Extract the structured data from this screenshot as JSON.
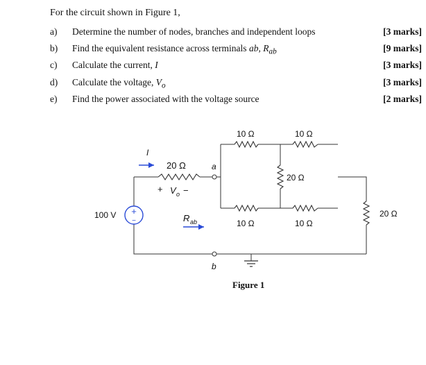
{
  "intro": "For the circuit shown in Figure 1,",
  "questions": [
    {
      "label": "a)",
      "text": "Determine the number of nodes, branches and independent loops",
      "marks": "[3 marks]"
    },
    {
      "label": "b)",
      "text_pre": "Find the equivalent resistance across terminals ",
      "text_var": "ab, R",
      "text_sub": "ab",
      "marks": "[9 marks]"
    },
    {
      "label": "c)",
      "text_pre": "Calculate the current, ",
      "text_var": "I",
      "marks": "[3 marks]"
    },
    {
      "label": "d)",
      "text_pre": "Calculate the voltage, ",
      "text_var": "V",
      "text_sub": "o",
      "marks": "[3 marks]"
    },
    {
      "label": "e)",
      "text": "Find the power associated with the voltage source",
      "marks": "[2 marks]"
    }
  ],
  "circuit": {
    "current_label": "I",
    "r_series": "20 Ω",
    "vo_plus": "+",
    "vo_label": "V",
    "vo_sub": "o",
    "vo_minus": "−",
    "node_a": "a",
    "node_b": "b",
    "source_value": "100 V",
    "source_plus": "+",
    "source_minus": "−",
    "rab_label": "R",
    "rab_sub": "ab",
    "r_top_left": "10 Ω",
    "r_top_right": "10 Ω",
    "r_middle": "20 Ω",
    "r_bottom_left": "10 Ω",
    "r_bottom_right": "10 Ω",
    "r_far_right": "20 Ω",
    "arrow_color": "#2a4bd7"
  },
  "figure_caption": "Figure 1"
}
